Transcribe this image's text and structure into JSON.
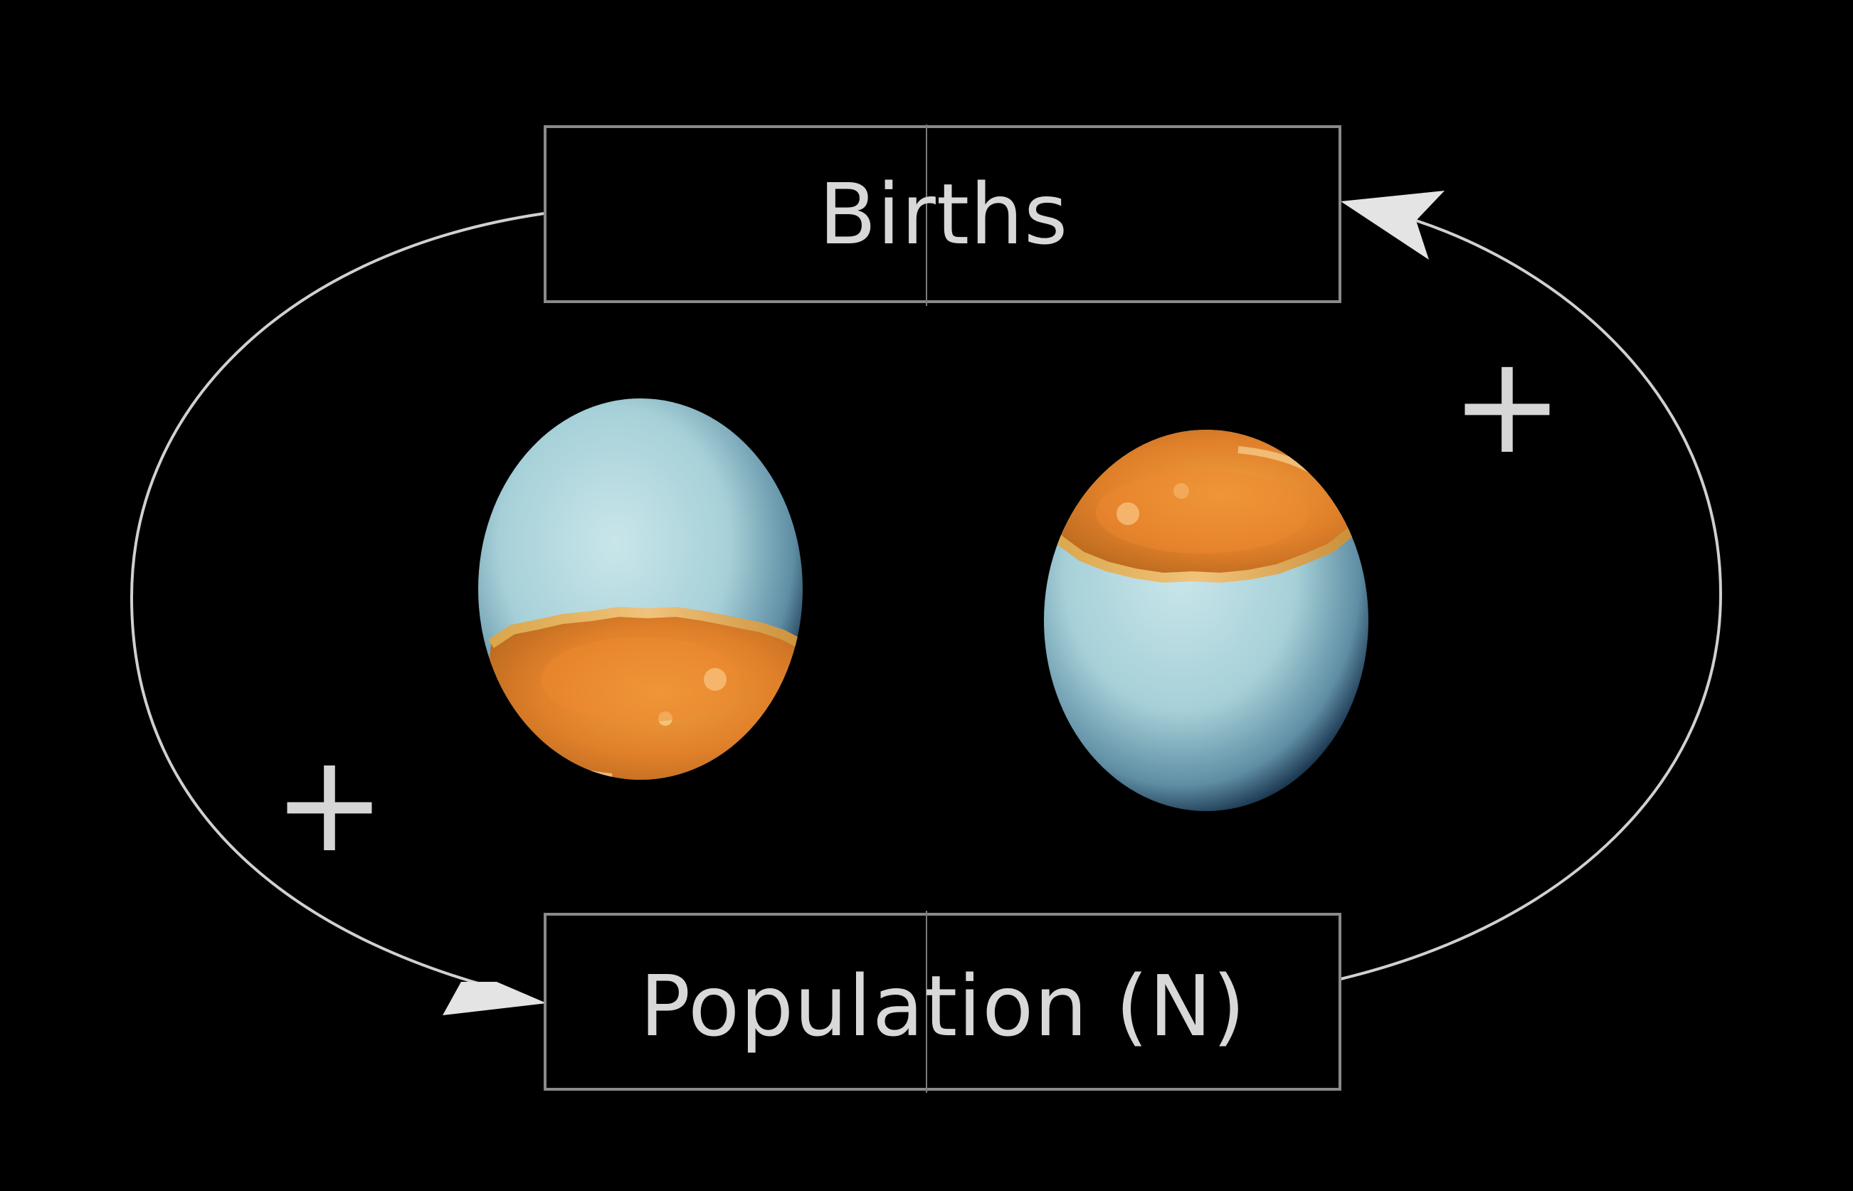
{
  "diagram": {
    "nodes": [
      {
        "id": "births",
        "label": "Births"
      },
      {
        "id": "population",
        "label": "Population (N)"
      }
    ],
    "links": [
      {
        "from": "births",
        "to": "population",
        "sign": "+"
      },
      {
        "from": "population",
        "to": "births",
        "sign": "+"
      }
    ]
  },
  "colors": {
    "background": "#000000",
    "line": "#d0d0d0",
    "box_border": "#8a8a8a",
    "text": "#d8d8d8",
    "eggshell": "#a8d4dc",
    "yolk": "#e0862a"
  },
  "illustrations": [
    {
      "name": "cracked-egg-left",
      "icon": "egg-shell-icon"
    },
    {
      "name": "cracked-egg-right",
      "icon": "egg-shell-icon"
    }
  ]
}
